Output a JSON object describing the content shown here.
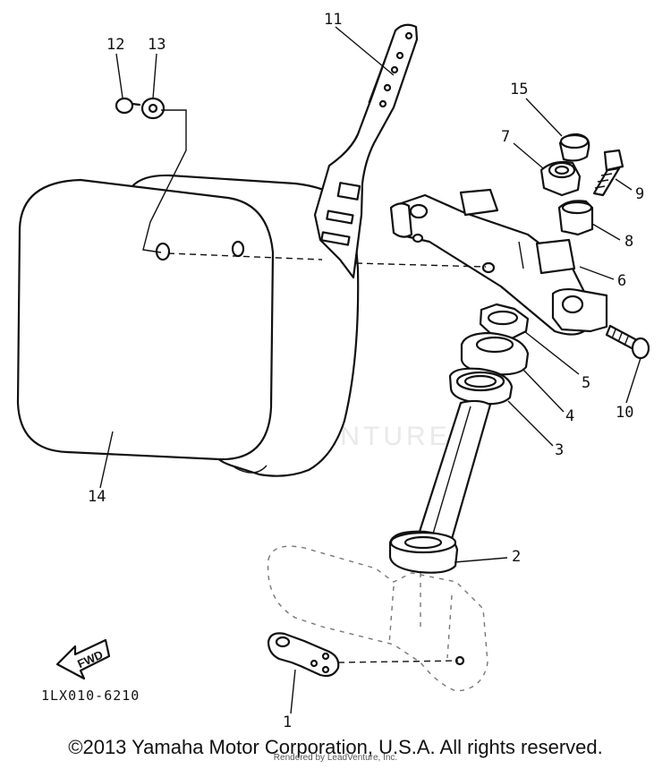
{
  "diagram": {
    "drawing_code": "1LX010-6210",
    "fwd_label": "FWD",
    "watermark": "LEADVENTURE",
    "copyright": "©2013 Yamaha Motor Corporation, U.S.A. All rights reserved.",
    "rendered_by": "Rendered by LeadVenture, Inc.",
    "callouts": [
      {
        "id": "1",
        "label": "1"
      },
      {
        "id": "2",
        "label": "2"
      },
      {
        "id": "3",
        "label": "3"
      },
      {
        "id": "4",
        "label": "4"
      },
      {
        "id": "5",
        "label": "5"
      },
      {
        "id": "6",
        "label": "6"
      },
      {
        "id": "7",
        "label": "7"
      },
      {
        "id": "8",
        "label": "8"
      },
      {
        "id": "9",
        "label": "9"
      },
      {
        "id": "10",
        "label": "10"
      },
      {
        "id": "11",
        "label": "11"
      },
      {
        "id": "12",
        "label": "12"
      },
      {
        "id": "13",
        "label": "13"
      },
      {
        "id": "14",
        "label": "14"
      },
      {
        "id": "15",
        "label": "15"
      }
    ]
  }
}
